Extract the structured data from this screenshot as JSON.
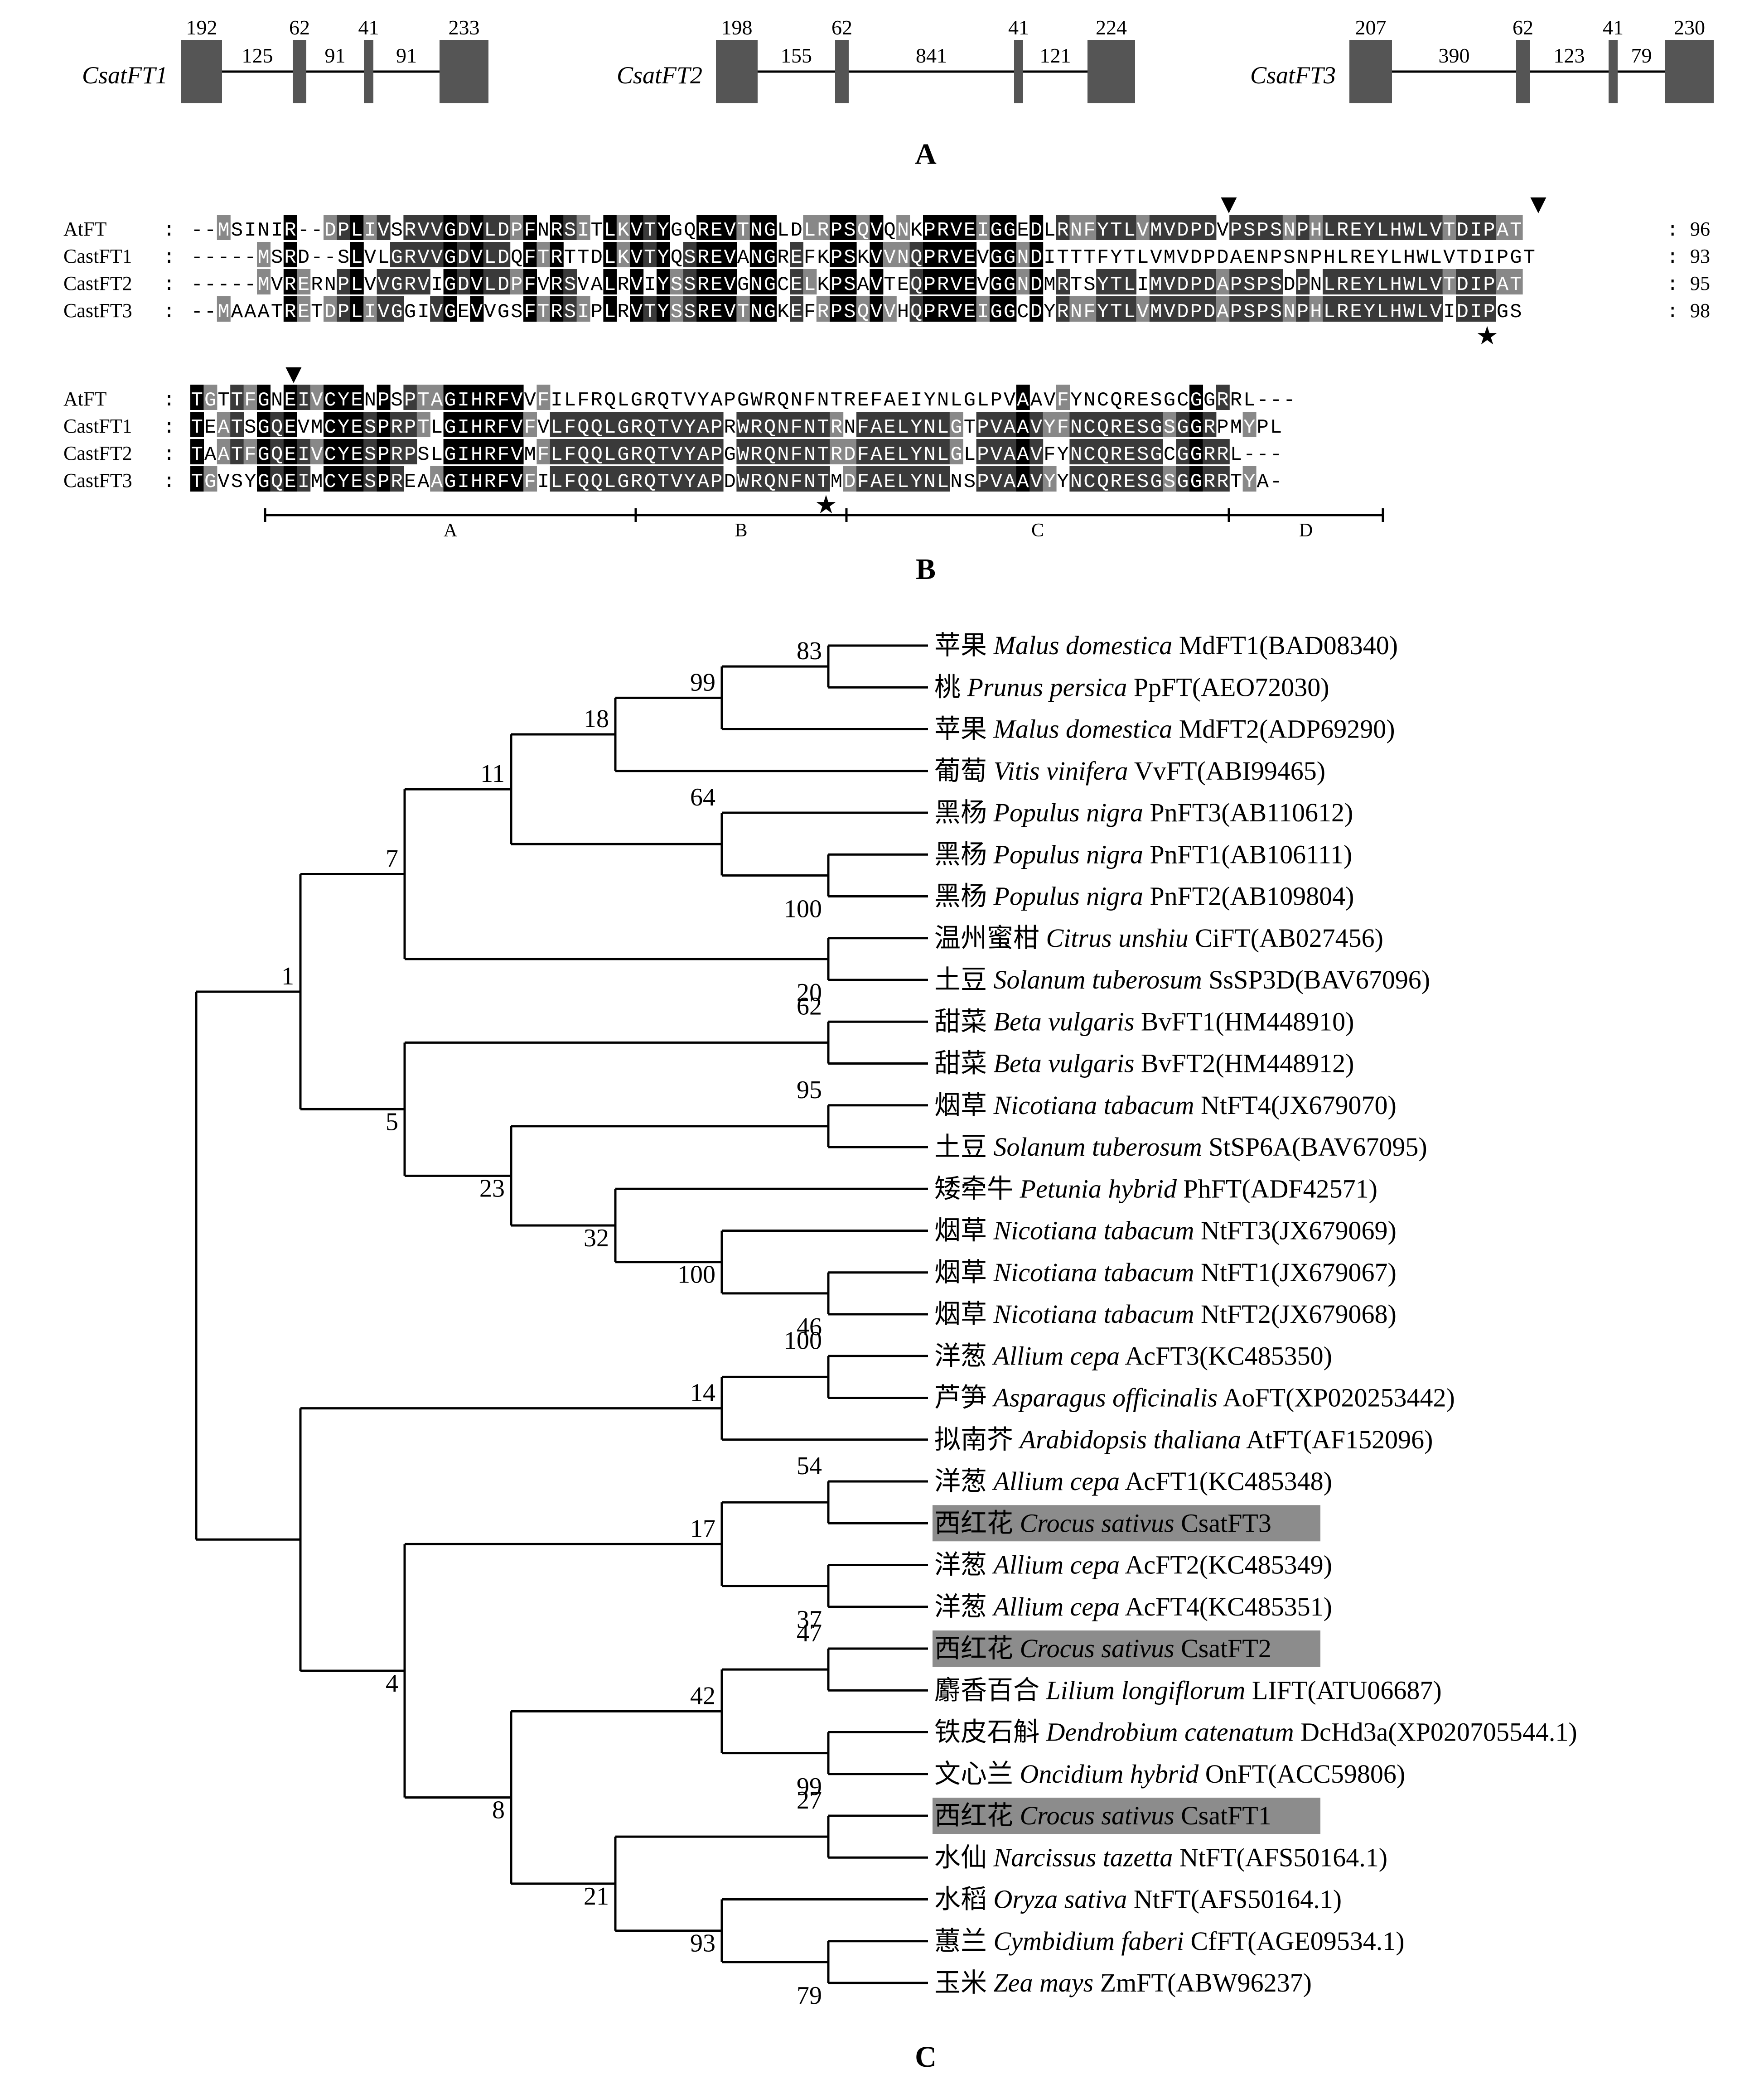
{
  "panels": {
    "A": {
      "label": "A",
      "genes": [
        {
          "name": "CsatFT1",
          "exons": [
            "192",
            "62",
            "41",
            "233"
          ],
          "introns": [
            "125",
            "91",
            "91"
          ]
        },
        {
          "name": "CsatFT2",
          "exons": [
            "198",
            "62",
            "41",
            "224"
          ],
          "introns": [
            "155",
            "841",
            "121"
          ]
        },
        {
          "name": "CsatFT3",
          "exons": [
            "207",
            "62",
            "41",
            "230"
          ],
          "introns": [
            "390",
            "123",
            "79"
          ]
        }
      ]
    },
    "B": {
      "label": "B",
      "block1": {
        "rows": [
          {
            "name": "AtFT",
            "seq": "--MSINIR--DPLIVSRVVGDVLDPFNRSITLKVTYGQREVTNGLDLRPSQVQNKPRVEIGGEDLRNFYTLVMVDPDVPSPSNPHLREYLHWLVTDIPAT",
            "end": "96"
          },
          {
            "name": "CastFT1",
            "seq": "-----MSRD--SLVLGRVVGDVLDQFTRTTDLKVTYQSREVANGREFKPSKVVNQPRVEVGGNDITTTFYTLVMVDPDAENPSNPHLREYLHWLVTDIPGT",
            "end": "93"
          },
          {
            "name": "CastFT2",
            "seq": "-----MVRERNPLVVGRVIGDVLDPFVRSVALRVIYSSREVGNGCELKPSAVTEQPRVEVGGNDMRTSYTLIMVDPDAPSPSDPNLREYLHWLVTDIPAT",
            "end": "95"
          },
          {
            "name": "CastFT3",
            "seq": "--MAAATRETDPLIVGGIVGEVVGSFTRSIPLRVTYSSREVTNGKEFRPSQVVHQPRVEIGGCDYRNFYTLVMVDPDAPSPSNPHLREYLHWLVIDIPGS",
            "end": "98"
          }
        ],
        "arrows": 2,
        "stars": 1
      },
      "block2": {
        "rows": [
          {
            "name": "AtFT",
            "seq": "TGTTFGNEIVCYENPSPTAGIHRFVVFILFRQLGRQTVYAPGWRQNFNTREFAEIYNLGLPVAAVFYNCQRESGCGGRRL---",
            "end": ""
          },
          {
            "name": "CastFT1",
            "seq": "TEATSGQEVMCYESPRPTLGIHRFVFVLFQQLGRQTVYAPRWRQNFNTRNFAELYNLGTPVAAVYFNCQRESGSGGRPMYPL",
            "end": ""
          },
          {
            "name": "CastFT2",
            "seq": "TAATFGQEIVCYESPRPSLGIHRFVMFLFQQLGRQTVYAPGWRQNFNTRDFAELYNLGLPVAAVFYNCQRESGCGGRRL---",
            "end": ""
          },
          {
            "name": "CastFT3",
            "seq": "TGVSYGQEIMCYESPREAAGIHRFVFILFQQLGRQTVYAPDWRQNFNTMDFAELYNLNSPVAAVYYNCQRESGSGGRRTYA-",
            "end": ""
          }
        ],
        "arrows": 1,
        "stars": 1,
        "regions": [
          "A",
          "B",
          "C",
          "D"
        ]
      },
      "sep": ":",
      "arrow_glyph": "▼",
      "star_glyph": "★"
    },
    "C": {
      "label": "C",
      "taxa": [
        {
          "cn": "苹果",
          "sp": "Malus domestica",
          "id": "MdFT1(BAD08340)",
          "hl": false
        },
        {
          "cn": "桃",
          "sp": "Prunus persica",
          "id": "PpFT(AEO72030)",
          "hl": false
        },
        {
          "cn": "苹果",
          "sp": "Malus domestica",
          "id": "MdFT2(ADP69290)",
          "hl": false
        },
        {
          "cn": "葡萄",
          "sp": "Vitis vinifera",
          "id": "VvFT(ABI99465)",
          "hl": false
        },
        {
          "cn": "黑杨",
          "sp": "Populus nigra",
          "id": "PnFT3(AB110612)",
          "hl": false
        },
        {
          "cn": "黑杨",
          "sp": "Populus nigra",
          "id": "PnFT1(AB106111)",
          "hl": false
        },
        {
          "cn": "黑杨",
          "sp": "Populus nigra",
          "id": "PnFT2(AB109804)",
          "hl": false
        },
        {
          "cn": "温州蜜柑",
          "sp": "Citrus unshiu",
          "id": "CiFT(AB027456)",
          "hl": false
        },
        {
          "cn": "土豆",
          "sp": "Solanum tuberosum",
          "id": "SsSP3D(BAV67096)",
          "hl": false
        },
        {
          "cn": "甜菜",
          "sp": "Beta vulgaris",
          "id": "BvFT1(HM448910)",
          "hl": false
        },
        {
          "cn": "甜菜",
          "sp": "Beta vulgaris",
          "id": "BvFT2(HM448912)",
          "hl": false
        },
        {
          "cn": "烟草",
          "sp": "Nicotiana tabacum",
          "id": "NtFT4(JX679070)",
          "hl": false
        },
        {
          "cn": "土豆",
          "sp": "Solanum tuberosum",
          "id": "StSP6A(BAV67095)",
          "hl": false
        },
        {
          "cn": "矮牵牛",
          "sp": "Petunia hybrid",
          "id": "PhFT(ADF42571)",
          "hl": false
        },
        {
          "cn": "烟草",
          "sp": "Nicotiana tabacum",
          "id": "NtFT3(JX679069)",
          "hl": false
        },
        {
          "cn": "烟草",
          "sp": "Nicotiana tabacum",
          "id": "NtFT1(JX679067)",
          "hl": false
        },
        {
          "cn": "烟草",
          "sp": "Nicotiana tabacum",
          "id": "NtFT2(JX679068)",
          "hl": false
        },
        {
          "cn": "洋葱",
          "sp": "Allium cepa",
          "id": "AcFT3(KC485350)",
          "hl": false
        },
        {
          "cn": "芦笋",
          "sp": "Asparagus officinalis",
          "id": "AoFT(XP020253442)",
          "hl": false
        },
        {
          "cn": "拟南芥",
          "sp": "Arabidopsis thaliana",
          "id": "AtFT(AF152096)",
          "hl": false
        },
        {
          "cn": "洋葱",
          "sp": "Allium cepa",
          "id": "AcFT1(KC485348)",
          "hl": false
        },
        {
          "cn": "西红花",
          "sp": "Crocus sativus",
          "id": "CsatFT3",
          "hl": true
        },
        {
          "cn": "洋葱",
          "sp": "Allium cepa",
          "id": "AcFT2(KC485349)",
          "hl": false
        },
        {
          "cn": "洋葱",
          "sp": "Allium cepa",
          "id": "AcFT4(KC485351)",
          "hl": false
        },
        {
          "cn": "西红花",
          "sp": "Crocus sativus",
          "id": "CsatFT2",
          "hl": true
        },
        {
          "cn": "麝香百合",
          "sp": "Lilium longiflorum",
          "id": "LIFT(ATU06687)",
          "hl": false
        },
        {
          "cn": "铁皮石斛",
          "sp": "Dendrobium catenatum",
          "id": "DcHd3a(XP020705544.1)",
          "hl": false
        },
        {
          "cn": "文心兰",
          "sp": "Oncidium hybrid",
          "id": "OnFT(ACC59806)",
          "hl": false
        },
        {
          "cn": "西红花",
          "sp": "Crocus sativus",
          "id": "CsatFT1",
          "hl": true
        },
        {
          "cn": "水仙",
          "sp": "Narcissus tazetta",
          "id": "NtFT(AFS50164.1)",
          "hl": false
        },
        {
          "cn": "水稻",
          "sp": "Oryza sativa",
          "id": "NtFT(AFS50164.1)",
          "hl": false
        },
        {
          "cn": "蕙兰",
          "sp": "Cymbidium faberi",
          "id": "CfFT(AGE09534.1)",
          "hl": false
        },
        {
          "cn": "玉米",
          "sp": "Zea mays",
          "id": "ZmFT(ABW96237)",
          "hl": false
        }
      ],
      "support": [
        "83",
        "99",
        "18",
        "11",
        "64",
        "100",
        "7",
        "20",
        "1",
        "62",
        "95",
        "23",
        "32",
        "100",
        "46",
        "5",
        "100",
        "14",
        "54",
        "17",
        "37",
        "47",
        "42",
        "99",
        "27",
        "93",
        "79",
        "21",
        "8",
        "4"
      ]
    }
  },
  "colors": {
    "line": "#000000",
    "exon": "#555555",
    "highlight": "#8c8c8c",
    "black": "#000000",
    "gray": "#888888"
  }
}
